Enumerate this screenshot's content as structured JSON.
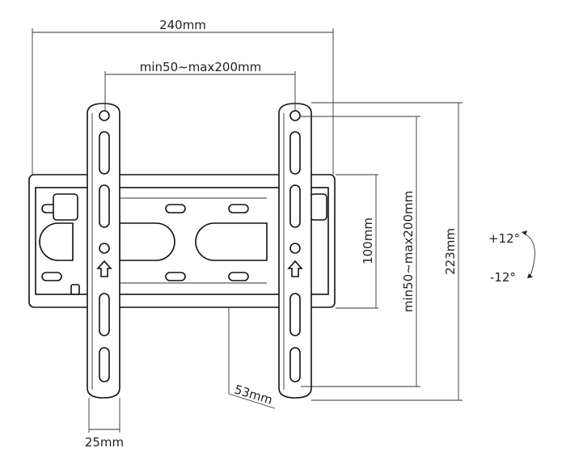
{
  "dimensions": {
    "overall_width": "240mm",
    "hole_spacing_horizontal": "min50~max200mm",
    "plate_height": "100mm",
    "hole_spacing_vertical": "min50~max200mm",
    "overall_height": "223mm",
    "wall_distance": "53mm",
    "arm_width": "25mm"
  },
  "tilt": {
    "up": "+12°",
    "down": "-12°"
  },
  "colors": {
    "line": "#222222",
    "background": "#ffffff"
  }
}
